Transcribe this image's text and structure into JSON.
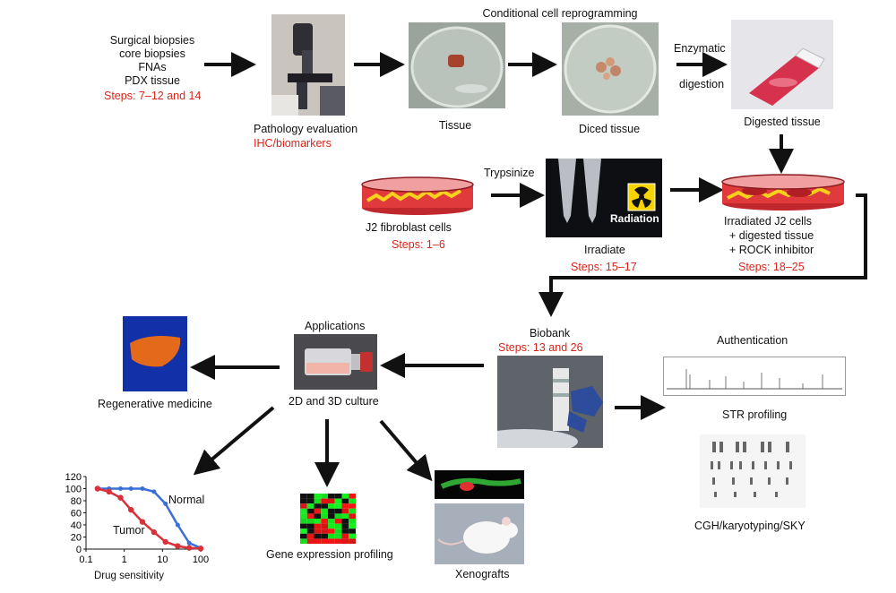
{
  "header": {
    "title": "Conditional cell reprogramming"
  },
  "sources": {
    "lines": [
      "Surgical biopsies",
      "core biopsies",
      "FNAs",
      "PDX tissue"
    ],
    "steps": "Steps: 7–12 and 14"
  },
  "pathology": {
    "label": "Pathology evaluation",
    "sub": "IHC/biomarkers"
  },
  "tissue": {
    "label": "Tissue"
  },
  "diced": {
    "label": "Diced tissue"
  },
  "enzymatic": {
    "line1": "Enzymatic",
    "line2": "digestion"
  },
  "digested": {
    "label": "Digested tissue"
  },
  "j2": {
    "label": "J2 fibroblast cells",
    "steps": "Steps: 1–6"
  },
  "trypsinize": {
    "label": "Trypsinize"
  },
  "irradiate": {
    "label": "Irradiate",
    "steps": "Steps: 15–17",
    "badge": "Radiation"
  },
  "irradiated_j2": {
    "lines": [
      "Irradiated J2 cells",
      "+ digested tissue",
      "+ ROCK inhibitor"
    ],
    "steps": "Steps: 18–25"
  },
  "biobank": {
    "label": "Biobank",
    "steps": "Steps: 13 and 26"
  },
  "applications": {
    "label": "Applications",
    "sub": "2D and 3D culture"
  },
  "regenerative": {
    "label": "Regenerative medicine"
  },
  "authentication": {
    "label": "Authentication",
    "str": "STR profiling",
    "cgh": "CGH/karyotyping/SKY"
  },
  "gene_expression": {
    "label": "Gene expression profiling"
  },
  "xenografts": {
    "label": "Xenografts"
  },
  "colors": {
    "accent_red": "#d9261c",
    "arrow": "#111111",
    "normal_series": "#3a6fd6",
    "tumor_series": "#d8313a"
  },
  "chart_data": {
    "type": "line",
    "title": "",
    "xlabel": "Drug sensitivity",
    "ylabel": "",
    "x_scale": "log",
    "xlim": [
      0.1,
      100
    ],
    "ylim": [
      0,
      120
    ],
    "x_ticks": [
      "0.1",
      "1",
      "10",
      "100"
    ],
    "y_ticks": [
      "0",
      "20",
      "40",
      "60",
      "80",
      "100",
      "120"
    ],
    "series": [
      {
        "name": "Normal",
        "x": [
          0.2,
          0.4,
          0.8,
          1.5,
          3,
          6,
          12,
          25,
          50,
          100
        ],
        "y": [
          100,
          100,
          100,
          100,
          100,
          95,
          75,
          40,
          10,
          2
        ]
      },
      {
        "name": "Tumor",
        "x": [
          0.2,
          0.4,
          0.8,
          1.5,
          3,
          6,
          12,
          25,
          50,
          100
        ],
        "y": [
          100,
          95,
          85,
          65,
          45,
          28,
          12,
          5,
          2,
          1
        ]
      }
    ]
  }
}
